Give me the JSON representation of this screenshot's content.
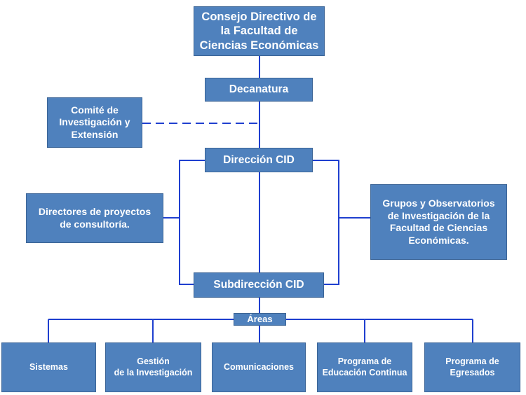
{
  "diagram": {
    "consejo": "Consejo Directivo de\nla Facultad de\nCiencias Económicas",
    "decanatura": "Decanatura",
    "comite": "Comité de\nInvestigación y\nExtensión",
    "direccion": "Dirección CID",
    "directores": "Directores de proyectos\nde consultoría.",
    "grupos": "Grupos y Observatorios\nde Investigación  de la\nFacultad de Ciencias\nEconómicas.",
    "subdireccion": "Subdirección CID",
    "areas_label": "Áreas",
    "areas": [
      "Sistemas",
      "Gestión\nde la Investigación",
      "Comunicaciones",
      "Programa de\nEducación Continua",
      "Programa de\nEgresados"
    ],
    "colors": {
      "box_fill": "#4f81bd",
      "box_border": "#3b6496",
      "connector": "#1f3fcf",
      "text": "#ffffff"
    }
  }
}
